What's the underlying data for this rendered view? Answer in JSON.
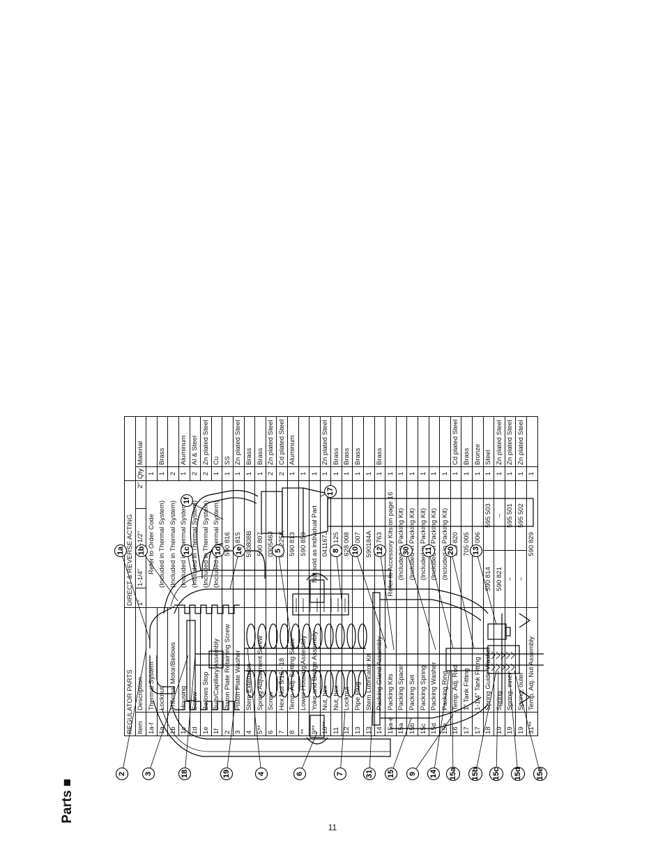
{
  "section_title": "Parts ■",
  "page_number": "11",
  "table": {
    "header": "REGULATOR PARTS",
    "group_header": "DIRECT & REVERSE ACTING",
    "columns": {
      "item": "Item",
      "description": "Description",
      "s1": "1\"",
      "s114": "1-1/4\"",
      "s112": "1-1/2\"",
      "s2": "2\"",
      "qty": "Qty",
      "material": "Material"
    },
    "rows": [
      {
        "item": "1a-f",
        "desc": "Thermal System",
        "qty": "1",
        "mat": ""
      },
      {
        "item": "1a",
        "desc": "Locknut",
        "qty": "1",
        "mat": "Brass"
      },
      {
        "item": "1b",
        "desc": "Thermal Motor/Bellows",
        "qty": "2",
        "mat": ""
      },
      {
        "item": "1c",
        "desc": "Housing",
        "qty": "1",
        "mat": "Aluminum"
      },
      {
        "item": "1d",
        "desc": "Screw",
        "qty": "2",
        "mat": "Al & Steel"
      },
      {
        "item": "1e",
        "desc": "Bellows Stop",
        "qty": "2",
        "mat": "Zn plated Steel"
      },
      {
        "item": "1f",
        "desc": "Bulb/Capillary Assembly",
        "qty": "1",
        "mat": "Cu"
      },
      {
        "item": "2",
        "desc": "Piston Plate Retaining Screw",
        "part": "590 816",
        "qty": "1",
        "mat": "SS"
      },
      {
        "item": "3",
        "desc": "Piston Plate Washer",
        "part": "590 815",
        "qty": "1",
        "mat": "Zn plated Steel"
      },
      {
        "item": "4",
        "desc": "Stem Extension",
        "part": "590808B",
        "qty": "1",
        "mat": "Brass"
      },
      {
        "item": "5**",
        "desc": "Spring Adjustment Screw",
        "part": "590 807",
        "qty": "1",
        "mat": "Brass"
      },
      {
        "item": "6",
        "desc": "Screw",
        "part": "030546J",
        "qty": "2",
        "mat": "Zn plated Steel"
      },
      {
        "item": "7",
        "desc": "Hex Nut 5/16 - 18",
        "part": "041225K",
        "qty": "2",
        "mat": "Cd plated Steel"
      },
      {
        "item": "8",
        "desc": "Temp. Adj. Setting Scale",
        "part": "590 813",
        "qty": "1",
        "mat": "Aluminum"
      },
      {
        "item": "**",
        "desc": "Lower Housing Assembly",
        "part": "590 859",
        "qty": "1",
        "mat": ""
      },
      {
        "item": "9**",
        "desc": "Yoke and Bridge Assembly",
        "part": "Not sold as individual Part",
        "qty": "1",
        "mat": ""
      },
      {
        "item": "10**",
        "desc": "Nut, hex",
        "part": "041167J",
        "qty": "1",
        "mat": "Zn plated Steel"
      },
      {
        "item": "11",
        "desc": "Nut, hex",
        "part": "041 125",
        "qty": "1",
        "mat": "Brass"
      },
      {
        "item": "12",
        "desc": "Locknut",
        "part": "628 008",
        "qty": "1",
        "mat": "Brass"
      },
      {
        "item": "13",
        "desc": "Pipe Plug",
        "part": "403 007",
        "qty": "1",
        "mat": "Brass"
      },
      {
        "item": "13",
        "desc": "Stem Lubricator Kit",
        "part": "590184A",
        "qty": "1",
        "mat": ""
      },
      {
        "item": "14",
        "desc": "Packing Gland Assembly",
        "part": "590 763",
        "qty": "1",
        "mat": "Brass"
      },
      {
        "item": "15a-e",
        "desc": "Packing Kits",
        "part": "Refer to Accessory Kits on page 16",
        "qty": "1",
        "mat": ""
      },
      {
        "item": "15a",
        "desc": "Packing Spacer",
        "part": "(Included in Packing Kit)",
        "qty": "1",
        "mat": ""
      },
      {
        "item": "15b",
        "desc": "Packing Set",
        "part": "(Included in Packing Kit)",
        "qty": "1",
        "mat": ""
      },
      {
        "item": "15c",
        "desc": "Packing Spring",
        "part": "(Included in Packing Kit)",
        "qty": "1",
        "mat": ""
      },
      {
        "item": "15d",
        "desc": "Packing Washer",
        "part": "(Included in Packing Kit)",
        "qty": "1",
        "mat": ""
      },
      {
        "item": "15e",
        "desc": "Packing Ring",
        "part": "(Included in Packing Kit)",
        "qty": "1",
        "mat": ""
      },
      {
        "item": "16",
        "desc": "Temp. Adj. Rod",
        "part": "590 820",
        "qty": "1",
        "mat": "Cd plated Steel"
      },
      {
        "item": "17",
        "desc": "1\" Tank Fitting",
        "part": "705 005",
        "qty": "1",
        "mat": "Brass"
      },
      {
        "item": "17",
        "desc": "1-1/4\" Tank Fitting",
        "part": "705 006",
        "qty": "1",
        "mat": "Bronze"
      },
      {
        "item": "18",
        "desc": "Spring Guide Washer",
        "p1": "590 814",
        "p2": "595 503",
        "qty": "1",
        "mat": "Steel"
      },
      {
        "item": "19",
        "desc": "Spring",
        "p1": "590 821",
        "p2": "–",
        "qty": "1",
        "mat": "Zn plated Steel"
      },
      {
        "item": "19",
        "desc": "Spring, inner",
        "p1": "–",
        "p2": "595 501",
        "qty": "1",
        "mat": "Zn plated Steel"
      },
      {
        "item": "19",
        "desc": "Spring, outer",
        "p1": "–",
        "p2": "595 502",
        "qty": "1",
        "mat": "Zn plated Steel"
      },
      {
        "item": "31**",
        "desc": "Temp. Adj. Nut Assembly",
        "part": "590 829",
        "qty": "1",
        "mat": ""
      }
    ],
    "thermal_notes": {
      "refer": "Refer to Order Code",
      "included": "(Included in Thermal System)"
    }
  },
  "callouts": {
    "left": [
      "2",
      "3",
      "18",
      "19",
      "4",
      "6",
      "7",
      "31",
      "15",
      "9",
      "14",
      "15a",
      "15b",
      "15c",
      "15d",
      "15e"
    ],
    "top": [
      "1a",
      "1b",
      "1c",
      "1d",
      "1e",
      "5",
      "8",
      "10",
      "12",
      "30",
      "11",
      "20",
      "13"
    ],
    "extra": [
      "1f",
      "17"
    ]
  }
}
